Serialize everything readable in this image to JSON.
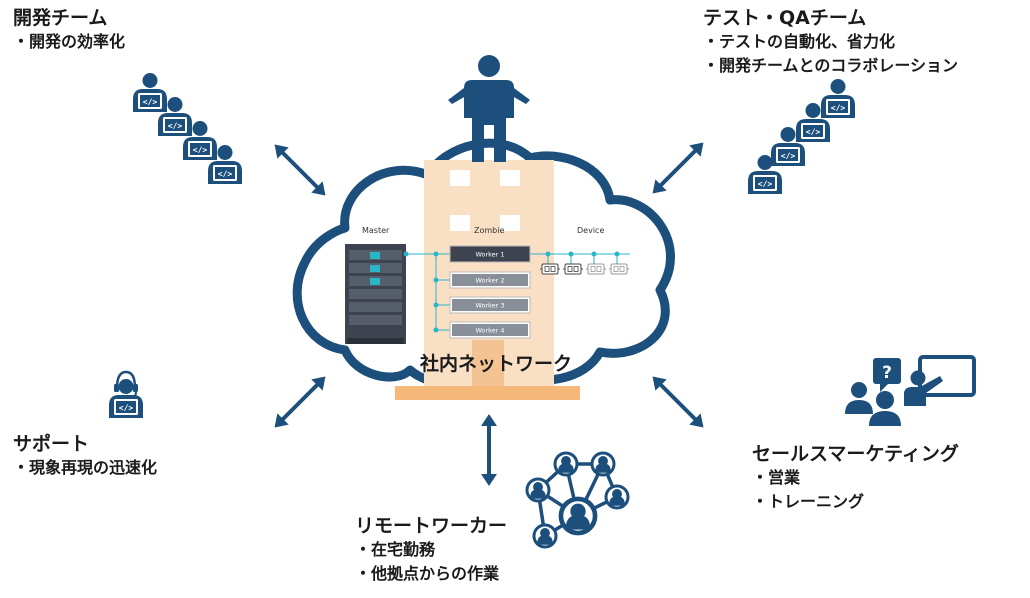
{
  "groups": {
    "dev": {
      "title": "開発チーム",
      "items": [
        "・開発の効率化"
      ]
    },
    "qa": {
      "title": "テスト・QAチーム",
      "items": [
        "・テストの自動化、省力化",
        "・開発チームとのコラボレーション"
      ]
    },
    "support": {
      "title": "サポート",
      "items": [
        "・現象再現の迅速化"
      ]
    },
    "sales": {
      "title": "セールスマーケティング",
      "items": [
        "・営業",
        "・トレーニング"
      ]
    },
    "remote": {
      "title": "リモートワーカー",
      "items": [
        "・在宅勤務",
        "・他拠点からの作業"
      ]
    }
  },
  "cloud": {
    "title": "社内ネットワーク",
    "master_label": "Master",
    "zombie_label": "Zombie",
    "device_label": "Device",
    "workers": [
      "Worker 1",
      "Worker 2",
      "Worker 3",
      "Worker 4"
    ]
  },
  "colors": {
    "navy": "#1c4f7c",
    "cloud_outline": "#1c4f7c",
    "building": "#f9dfc3",
    "building_base": "#f6b878",
    "server": "#3d4450",
    "accent": "#29b6c8"
  }
}
